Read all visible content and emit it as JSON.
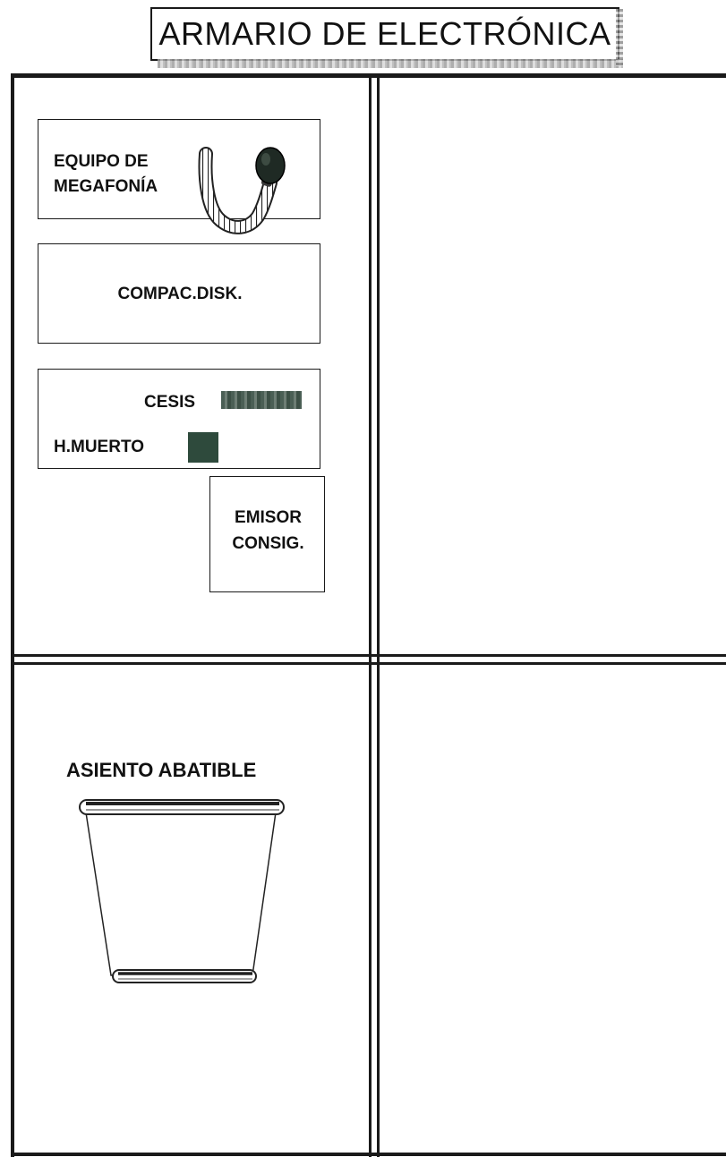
{
  "title": "ARMARIO DE ELECTRÓNICA",
  "panels": {
    "megafonia": {
      "label_line1": "EQUIPO DE",
      "label_line2": "MEGAFONÍA",
      "icon": "microphone-icon"
    },
    "compac": {
      "label": "COMPAC.DISK."
    },
    "cesis_box": {
      "cesis_label": "CESIS",
      "hmuerto_label": "H.MUERTO"
    },
    "emisor": {
      "label_line1": "EMISOR",
      "label_line2": "CONSIG."
    },
    "asiento": {
      "label": "ASIENTO ABATIBLE",
      "icon": "folding-seat-icon"
    }
  },
  "colors": {
    "line": "#1a1a1a",
    "indicator": "#2e4a3c"
  }
}
